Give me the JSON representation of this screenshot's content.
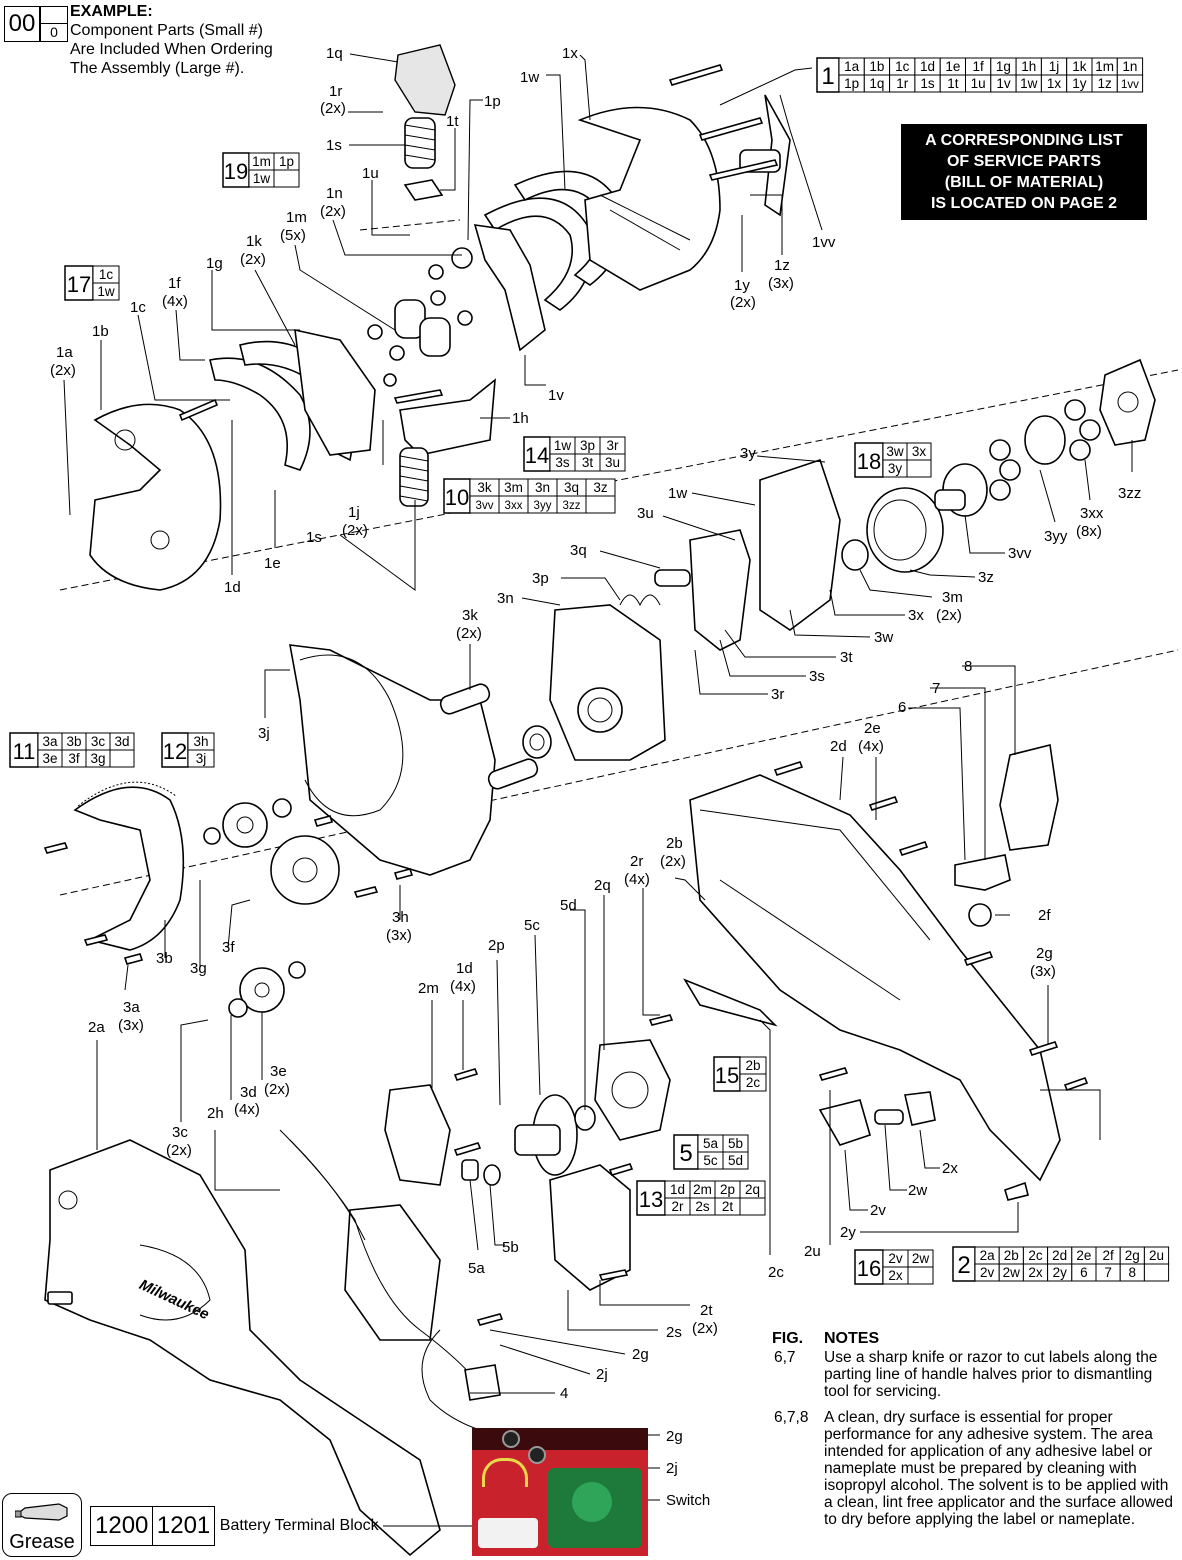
{
  "example": {
    "large_num": "00",
    "small_num": "0",
    "title": "EXAMPLE:",
    "line1": "Component Parts (Small #)",
    "line2": "Are Included When Ordering",
    "line3": "The Assembly (Large #)."
  },
  "notice": {
    "line1": "A CORRESPONDING LIST",
    "line2": "OF SERVICE PARTS",
    "line3": "(BILL OF MATERIAL)",
    "line4": "IS LOCATED ON PAGE 2"
  },
  "assemblies": [
    {
      "num": "1",
      "rows": [
        [
          "1a",
          "1b",
          "1c",
          "1d",
          "1e",
          "1f",
          "1g",
          "1h",
          "1j",
          "1k",
          "1m",
          "1n"
        ],
        [
          "1p",
          "1q",
          "1r",
          "1s",
          "1t",
          "1u",
          "1v",
          "1w",
          "1x",
          "1y",
          "1z",
          "1vv"
        ]
      ]
    },
    {
      "num": "19",
      "rows": [
        [
          "1m",
          "1p"
        ],
        [
          "1w",
          ""
        ]
      ]
    },
    {
      "num": "17",
      "rows": [
        [
          "1c"
        ],
        [
          "1w"
        ]
      ]
    },
    {
      "num": "14",
      "rows": [
        [
          "1w",
          "3p",
          "3r"
        ],
        [
          "3s",
          "3t",
          "3u"
        ]
      ]
    },
    {
      "num": "18",
      "rows": [
        [
          "3w",
          "3x"
        ],
        [
          "3y",
          ""
        ]
      ]
    },
    {
      "num": "10",
      "rows": [
        [
          "3k",
          "3m",
          "3n",
          "3q",
          "3z"
        ],
        [
          "3vv",
          "3xx",
          "3yy",
          "3zz",
          ""
        ]
      ]
    },
    {
      "num": "11",
      "rows": [
        [
          "3a",
          "3b",
          "3c",
          "3d"
        ],
        [
          "3e",
          "3f",
          "3g",
          ""
        ]
      ]
    },
    {
      "num": "12",
      "rows": [
        [
          "3h"
        ],
        [
          "3j"
        ]
      ]
    },
    {
      "num": "15",
      "rows": [
        [
          "2b"
        ],
        [
          "2c"
        ]
      ]
    },
    {
      "num": "5",
      "rows": [
        [
          "5a",
          "5b"
        ],
        [
          "5c",
          "5d"
        ]
      ]
    },
    {
      "num": "13",
      "rows": [
        [
          "1d",
          "2m",
          "2p",
          "2q"
        ],
        [
          "2r",
          "2s",
          "2t",
          ""
        ]
      ]
    },
    {
      "num": "16",
      "rows": [
        [
          "2v",
          "2w"
        ],
        [
          "2x",
          ""
        ]
      ]
    },
    {
      "num": "2",
      "rows": [
        [
          "2a",
          "2b",
          "2c",
          "2d",
          "2e",
          "2f",
          "2g",
          "2u"
        ],
        [
          "2v",
          "2w",
          "2x",
          "2y",
          "6",
          "7",
          "8",
          ""
        ]
      ]
    }
  ],
  "labels": {
    "1q": "1q",
    "1r": "1r",
    "1r_qty": "(2x)",
    "1s_top": "1s",
    "1t": "1t",
    "1p": "1p",
    "1u": "1u",
    "1n": "1n",
    "1n_qty": "(2x)",
    "1m": "1m",
    "1m_qty": "(5x)",
    "1k": "1k",
    "1k_qty": "(2x)",
    "1g": "1g",
    "1f": "1f",
    "1f_qty": "(4x)",
    "1c": "1c",
    "1b": "1b",
    "1a": "1a",
    "1a_qty": "(2x)",
    "1x": "1x",
    "1w_top": "1w",
    "1vv": "1vv",
    "1y": "1y",
    "1y_qty": "(2x)",
    "1z": "1z",
    "1z_qty": "(3x)",
    "1v": "1v",
    "1h": "1h",
    "1j": "1j",
    "1j_qty": "(2x)",
    "1s_bot": "1s",
    "1e": "1e",
    "1d_top": "1d",
    "3y": "3y",
    "1w_mid": "1w",
    "3u": "3u",
    "3q": "3q",
    "3p": "3p",
    "3n": "3n",
    "3k": "3k",
    "3k_qty": "(2x)",
    "3zz": "3zz",
    "3xx": "3xx",
    "3xx_qty": "(8x)",
    "3yy": "3yy",
    "3vv": "3vv",
    "3z": "3z",
    "3m": "3m",
    "3m_qty": "(2x)",
    "3x": "3x",
    "3w": "3w",
    "3t": "3t",
    "3s": "3s",
    "3r": "3r",
    "3j": "3j",
    "8": "8",
    "7": "7",
    "6": "6",
    "2e": "2e",
    "2e_qty": "(4x)",
    "2d": "2d",
    "2b": "2b",
    "2b_qty": "(2x)",
    "2r": "2r",
    "2r_qty": "(4x)",
    "2q": "2q",
    "5d": "5d",
    "5c": "5c",
    "2f": "2f",
    "2g_r": "2g",
    "2g_r_qty": "(3x)",
    "3h": "3h",
    "3h_qty": "(3x)",
    "3f": "3f",
    "3g": "3g",
    "3b": "3b",
    "3a": "3a",
    "3a_qty": "(3x)",
    "2p": "2p",
    "1d_bot": "1d",
    "1d_bot_qty": "(4x)",
    "2m": "2m",
    "2a": "2a",
    "3c": "3c",
    "3c_qty": "(2x)",
    "3d": "3d",
    "3d_qty": "(4x)",
    "3e": "3e",
    "3e_qty": "(2x)",
    "2h": "2h",
    "2x": "2x",
    "2w": "2w",
    "2v": "2v",
    "2y": "2y",
    "2u": "2u",
    "2c": "2c",
    "5a": "5a",
    "5b": "5b",
    "2t": "2t",
    "2t_qty": "(2x)",
    "2s": "2s",
    "2g_b": "2g",
    "2j_b": "2j",
    "4": "4",
    "2g_p": "2g",
    "2j_p": "2j",
    "switch": "Switch"
  },
  "notes": {
    "fig_header": "FIG.",
    "notes_header": "NOTES",
    "items": [
      {
        "fig": "6,7",
        "text": "Use a sharp knife or razor to cut labels along the parting line of handle halves prior to dismantling tool for servicing."
      },
      {
        "fig": "6,7,8",
        "text": "A clean, dry surface is essential for proper performance for any adhesive system. The area intended for application of any adhesive label or nameplate must be prepared by cleaning with isopropyl alcohol. The solvent is to be applied with a clean, lint free applicator and the surface allowed to dry before applying the label or nameplate."
      }
    ]
  },
  "grease": {
    "label": "Grease"
  },
  "battery": {
    "num1": "1200",
    "num2": "1201",
    "label": "Battery Terminal Block"
  },
  "brand": {
    "text": "Milwaukee"
  }
}
